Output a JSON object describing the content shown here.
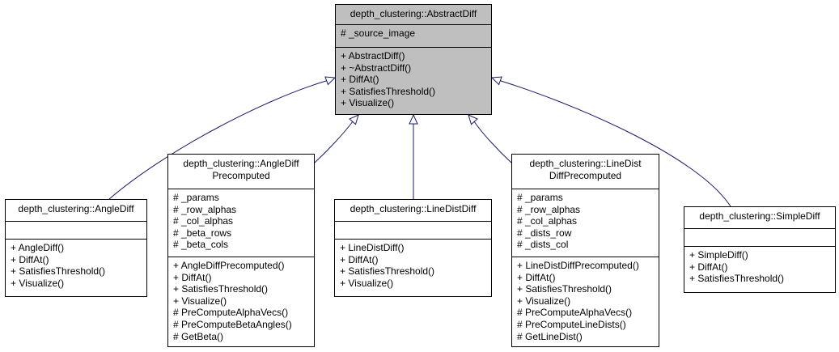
{
  "classes": [
    {
      "id": "abstract",
      "name_lines": [
        "depth_clustering::AbstractDiff"
      ],
      "attributes": [
        "# _source_image"
      ],
      "methods": [
        "+ AbstractDiff()",
        "+ ~AbstractDiff()",
        "+ DiffAt()",
        "+ SatisfiesThreshold()",
        "+ Visualize()"
      ]
    },
    {
      "id": "angle",
      "name_lines": [
        "depth_clustering::AngleDiff"
      ],
      "attributes": [],
      "methods": [
        "+ AngleDiff()",
        "+ DiffAt()",
        "+ SatisfiesThreshold()",
        "+ Visualize()"
      ]
    },
    {
      "id": "angle_pre",
      "name_lines": [
        "depth_clustering::AngleDiff",
        "Precomputed"
      ],
      "attributes": [
        "# _params",
        "# _row_alphas",
        "# _col_alphas",
        "# _beta_rows",
        "# _beta_cols"
      ],
      "methods": [
        "+ AngleDiffPrecomputed()",
        "+ DiffAt()",
        "+ SatisfiesThreshold()",
        "+ Visualize()",
        "# PreComputeAlphaVecs()",
        "# PreComputeBetaAngles()",
        "# GetBeta()"
      ]
    },
    {
      "id": "linedist",
      "name_lines": [
        "depth_clustering::LineDistDiff"
      ],
      "attributes": [],
      "methods": [
        "+ LineDistDiff()",
        "+ DiffAt()",
        "+ SatisfiesThreshold()",
        "+ Visualize()"
      ]
    },
    {
      "id": "linedist_pre",
      "name_lines": [
        "depth_clustering::LineDist",
        "DiffPrecomputed"
      ],
      "attributes": [
        "# _params",
        "# _row_alphas",
        "# _col_alphas",
        "# _dists_row",
        "# _dists_col"
      ],
      "methods": [
        "+ LineDistDiffPrecomputed()",
        "+ DiffAt()",
        "+ SatisfiesThreshold()",
        "+ Visualize()",
        "# PreComputeAlphaVecs()",
        "# PreComputeLineDists()",
        "# GetLineDist()"
      ]
    },
    {
      "id": "simple",
      "name_lines": [
        "depth_clustering::SimpleDiff"
      ],
      "attributes": [],
      "methods": [
        "+ SimpleDiff()",
        "+ DiffAt()",
        "+ SatisfiesThreshold()"
      ]
    }
  ],
  "edges": [
    {
      "from": "angle",
      "to": "abstract"
    },
    {
      "from": "angle_pre",
      "to": "abstract"
    },
    {
      "from": "linedist",
      "to": "abstract"
    },
    {
      "from": "linedist_pre",
      "to": "abstract"
    },
    {
      "from": "simple",
      "to": "abstract"
    }
  ],
  "colors": {
    "edge": "#191970",
    "base_fill": "#bfbfbf",
    "class_fill": "#ffffff",
    "border": "#000000"
  }
}
